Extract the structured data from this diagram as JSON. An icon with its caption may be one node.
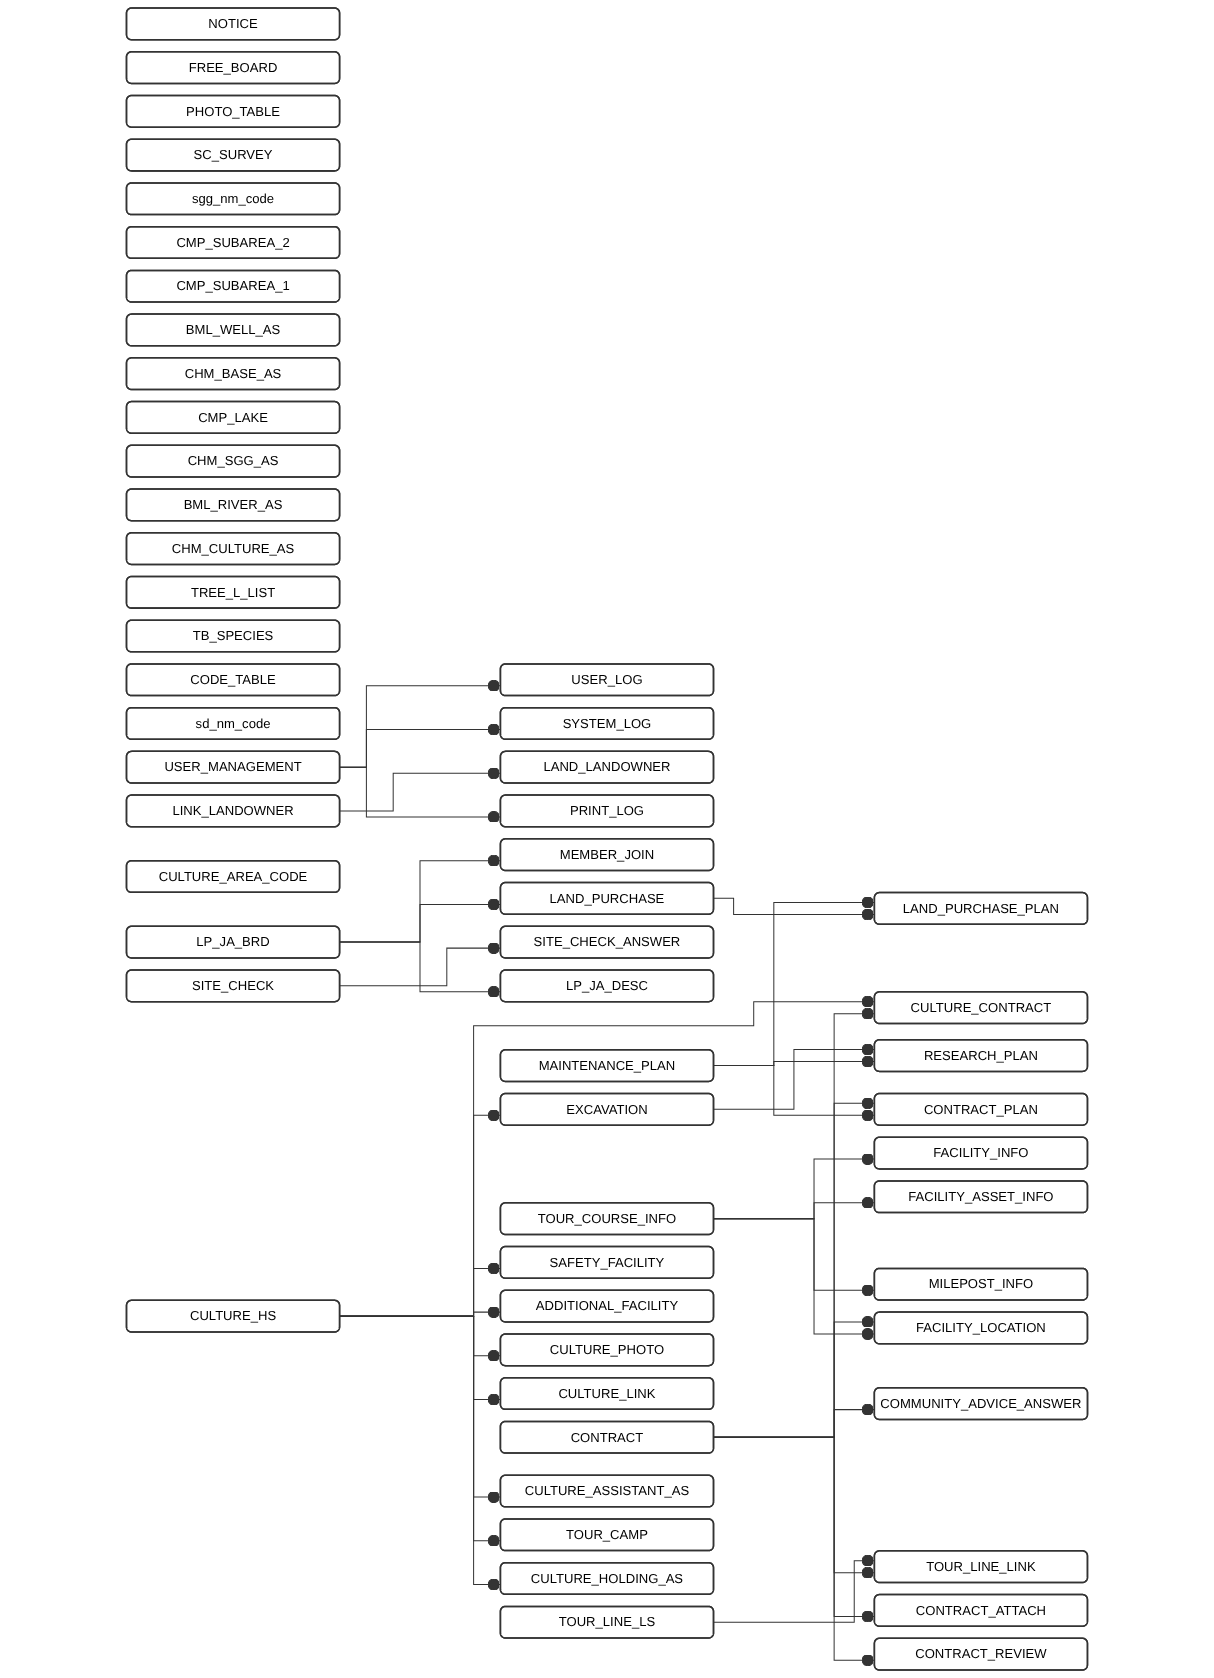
{
  "diagram": {
    "nodes": [
      {
        "text": [
          "NOTICE"
        ]
      },
      {
        "text": [
          "FREE_BOARD"
        ]
      },
      {
        "text": [
          "PHOTO_TABLE"
        ]
      },
      {
        "text": [
          "SC_SURVEY"
        ]
      },
      {
        "text": [
          "sgg_nm_code"
        ]
      },
      {
        "text": [
          "CMP_SUBAREA_2"
        ]
      },
      {
        "text": [
          "CMP_SUBAREA_1"
        ]
      },
      {
        "text": [
          "BML_WELL_AS"
        ]
      },
      {
        "text": [
          "CHM_BASE_AS"
        ]
      },
      {
        "text": [
          "CMP_LAKE"
        ]
      },
      {
        "text": [
          "CHM_SGG_AS"
        ]
      },
      {
        "text": [
          "BML_RIVER_AS"
        ]
      },
      {
        "text": [
          "CHM_CULTURE_AS"
        ]
      },
      {
        "text": [
          "TREE_L_LIST"
        ]
      },
      {
        "text": [
          "TB_SPECIES"
        ]
      },
      {
        "text": [
          "CODE_TABLE"
        ]
      },
      {
        "text": [
          "sd_nm_code"
        ]
      },
      {
        "text": [
          "USER_LOG"
        ]
      },
      {
        "text": [
          "USER_MANAGEMENT"
        ]
      },
      {
        "text": [
          "SYSTEM_LOG"
        ]
      },
      {
        "text": [
          "LAND_LANDOWNER"
        ]
      },
      {
        "text": [
          "LINK_LANDOWNER"
        ]
      },
      {
        "text": [
          "CULTURE_AREA_CODE"
        ]
      },
      {
        "text": [
          "PRINT_LOG"
        ]
      },
      {
        "text": [
          "MEMBER_JOIN"
        ]
      },
      {
        "text": [
          "LAND_PURCHASE"
        ]
      },
      {
        "text": [
          "LAND_PURCHASE_PLAN"
        ]
      },
      {
        "text": [
          "SITE_CHECK"
        ]
      },
      {
        "text": [
          "SITE_CHECK_ANSWER"
        ]
      },
      {
        "text": [
          "LP_JA_DESC"
        ]
      },
      {
        "text": [
          "LP_JA_BRD"
        ]
      },
      {
        "text": [
          "MAINTENANCE_PLAN"
        ]
      },
      {
        "text": [
          "RESEARCH_PLAN"
        ]
      },
      {
        "text": [
          "FACILITY_INFO"
        ]
      },
      {
        "text": [
          "EXCAVATION"
        ]
      },
      {
        "text": [
          "FACILITY_ASSET_INFO"
        ]
      },
      {
        "text": [
          "TOUR_COURSE_INFO"
        ]
      },
      {
        "text": [
          "FACILITY_LOCATION"
        ]
      },
      {
        "text": [
          "CONTRACT_PLAN"
        ]
      },
      {
        "text": [
          "MILEPOST_INFO"
        ]
      },
      {
        "text": [
          "COMMUNITY_ADVICE_ANSWER"
        ]
      },
      {
        "text": [
          "TOUR_LINE_LINK"
        ]
      },
      {
        "text": [
          "CONTRACT"
        ]
      },
      {
        "text": [
          "CULTURE_CONTRACT"
        ]
      },
      {
        "text": [
          "CONTRACT_ATTACH"
        ]
      },
      {
        "text": [
          "CONTRACT_REVIEW"
        ]
      },
      {
        "text": [
          "SAFETY_FACILITY"
        ]
      },
      {
        "text": [
          "ADDITIONAL_FACILITY"
        ]
      },
      {
        "text": [
          "CULTURE_PHOTO"
        ]
      },
      {
        "text": [
          "CULTURE_LINK"
        ]
      },
      {
        "text": [
          "TOUR_LINE_LS"
        ]
      },
      {
        "text": [
          "CULTURE_HS"
        ]
      },
      {
        "text": [
          "CULTURE_ASSISTANT_AS"
        ]
      },
      {
        "text": [
          "TOUR_CAMP"
        ]
      },
      {
        "text": [
          "CULTURE_HOLDING_AS"
        ]
      }
    ],
    "edges": [
      {
        "from": 18,
        "to": 17,
        "arrow": "other"
      },
      {
        "from": 18,
        "to": 19,
        "arrow": "other"
      },
      {
        "from": 18,
        "to": 23,
        "arrow": "other"
      },
      {
        "from": 21,
        "to": 20,
        "arrow": "other"
      },
      {
        "from": 30,
        "to": 24,
        "arrow": "other"
      },
      {
        "from": 30,
        "to": 25,
        "arrow": "other"
      },
      {
        "from": 30,
        "to": 29,
        "arrow": "other"
      },
      {
        "from": 25,
        "to": 26,
        "arrow": "other"
      },
      {
        "from": 31,
        "to": 26,
        "arrow": "other"
      },
      {
        "from": 27,
        "to": 28,
        "arrow": "other"
      },
      {
        "from": 31,
        "to": 32,
        "arrow": "other"
      },
      {
        "from": 34,
        "to": 32,
        "arrow": "other"
      },
      {
        "from": 31,
        "to": 38,
        "arrow": "other"
      },
      {
        "from": 42,
        "to": 38,
        "arrow": "other"
      },
      {
        "from": 36,
        "to": 33,
        "arrow": "other"
      },
      {
        "from": 36,
        "to": 35,
        "arrow": "other"
      },
      {
        "from": 36,
        "to": 39,
        "arrow": "other"
      },
      {
        "from": 36,
        "to": 37,
        "arrow": "other"
      },
      {
        "from": 42,
        "to": 37,
        "arrow": "other"
      },
      {
        "from": 42,
        "to": 43,
        "arrow": "other"
      },
      {
        "from": 51,
        "to": 43,
        "arrow": "other"
      },
      {
        "from": 42,
        "to": 40,
        "arrow": "other"
      },
      {
        "from": 42,
        "to": 41,
        "arrow": "other"
      },
      {
        "from": 42,
        "to": 44,
        "arrow": "other"
      },
      {
        "from": 42,
        "to": 45,
        "arrow": "other"
      },
      {
        "from": 50,
        "to": 41,
        "arrow": "other"
      },
      {
        "from": 51,
        "to": 46,
        "arrow": "other"
      },
      {
        "from": 51,
        "to": 47,
        "arrow": "other"
      },
      {
        "from": 51,
        "to": 48,
        "arrow": "other"
      },
      {
        "from": 51,
        "to": 49,
        "arrow": "other"
      },
      {
        "from": 51,
        "to": 52,
        "arrow": "other"
      },
      {
        "from": 51,
        "to": 53,
        "arrow": "other"
      },
      {
        "from": 51,
        "to": 54,
        "arrow": "other"
      },
      {
        "from": 51,
        "to": 34,
        "arrow": "other"
      }
    ]
  }
}
